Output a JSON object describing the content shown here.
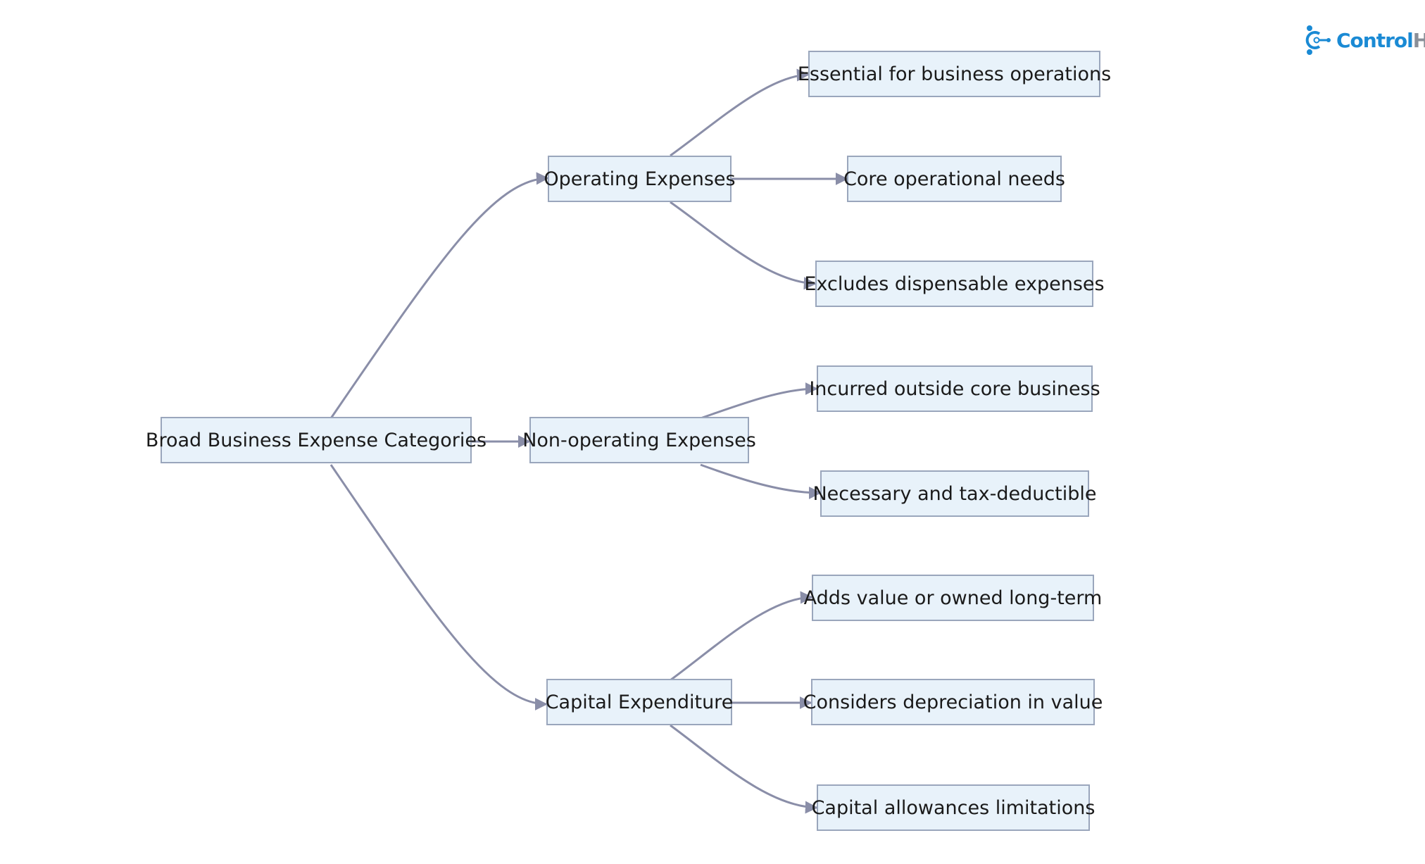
{
  "logo": {
    "part1": "Control",
    "part2": "Hub"
  },
  "diagram": {
    "root": "Broad Business Expense Categories",
    "categories": [
      {
        "label": "Operating Expenses",
        "children": [
          "Essential for business operations",
          "Core operational needs",
          "Excludes dispensable expenses"
        ]
      },
      {
        "label": "Non-operating Expenses",
        "children": [
          "Incurred outside core business",
          "Necessary and tax-deductible"
        ]
      },
      {
        "label": "Capital Expenditure",
        "children": [
          "Adds value or owned long-term",
          "Considers depreciation in value",
          "Capital allowances limitations"
        ]
      }
    ]
  },
  "colors": {
    "node_fill": "#e8f2fa",
    "node_border": "#9aa6bc",
    "edge": "#8a8ea8",
    "logo_blue": "#1a8ad4",
    "logo_gray": "#8a8f98"
  }
}
